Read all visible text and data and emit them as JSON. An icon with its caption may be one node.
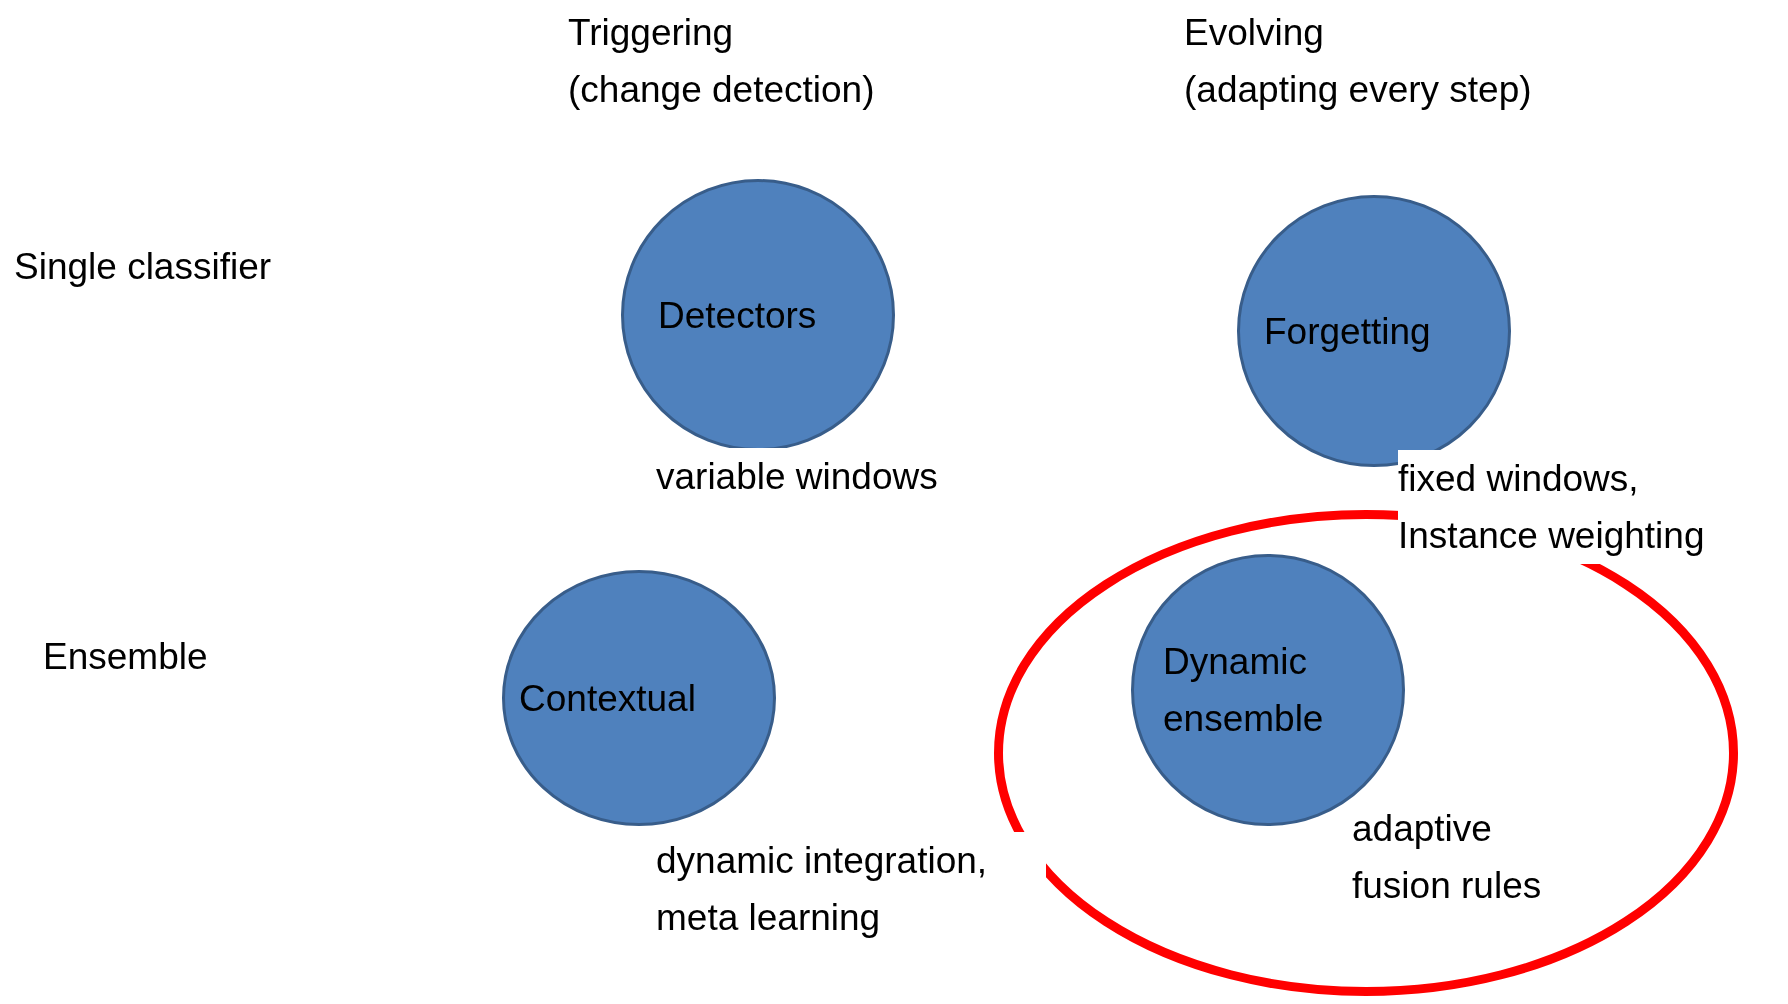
{
  "diagram": {
    "nodes": [
      {
        "text": [
          "Detectors"
        ],
        "beside": [
          "variable windows"
        ]
      },
      {
        "text": [
          "Forgetting"
        ],
        "beside": [
          "fixed windows, Instance weighting"
        ]
      },
      {
        "text": [
          "Contextual"
        ],
        "beside": [
          "dynamic integration, meta learning"
        ]
      },
      {
        "text": [],
        "shape": "ellipse"
      },
      {
        "text": [
          "Dynamic ensemble"
        ],
        "beside": [
          "adaptive fusion rules"
        ],
        "in": 3
      }
    ],
    "edges": [],
    "labels": [
      "Triggering (change detection)",
      "Evolving (adapting every step)",
      "Single classifier",
      "Ensemble"
    ]
  }
}
